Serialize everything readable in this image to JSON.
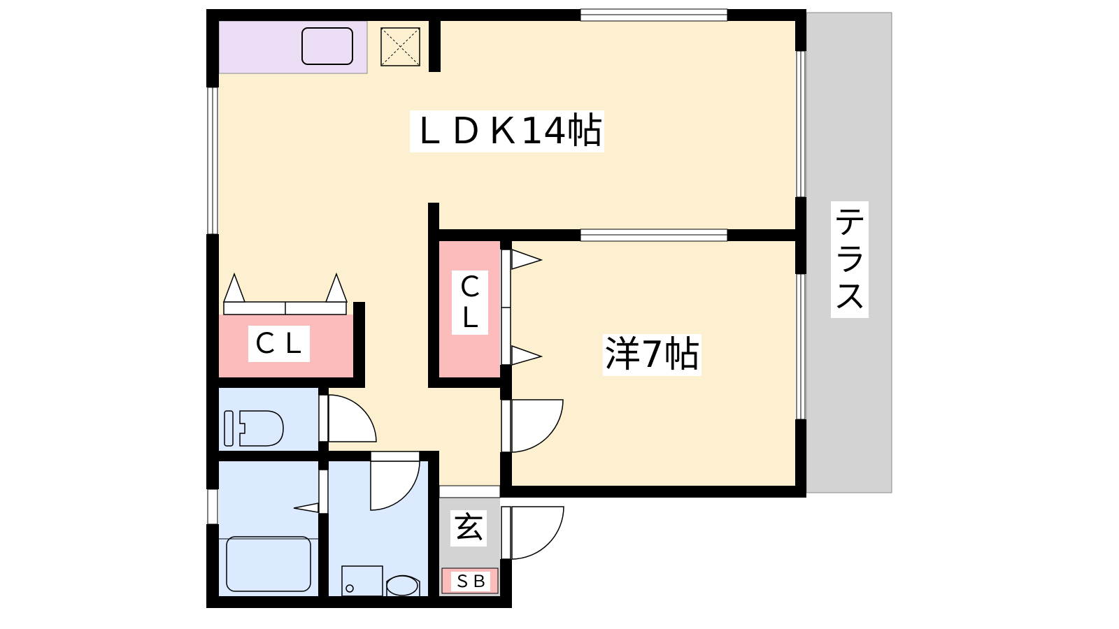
{
  "rooms": {
    "ldk": "ＬＤＫ14帖",
    "bedroom": "洋7帖",
    "closet_left": "ＣＬ",
    "closet_right_top": "Ｃ",
    "closet_right_bottom": "Ｌ",
    "terrace": "テラス",
    "entrance": "玄",
    "shoe_box": "ＳＢ"
  },
  "colors": {
    "living": "#fdf0d0",
    "wet": "#dbeafe",
    "closet": "#fcbcbc",
    "kitchen": "#ecdff5",
    "terrace": "#d3d3d3",
    "wall": "#000000"
  }
}
